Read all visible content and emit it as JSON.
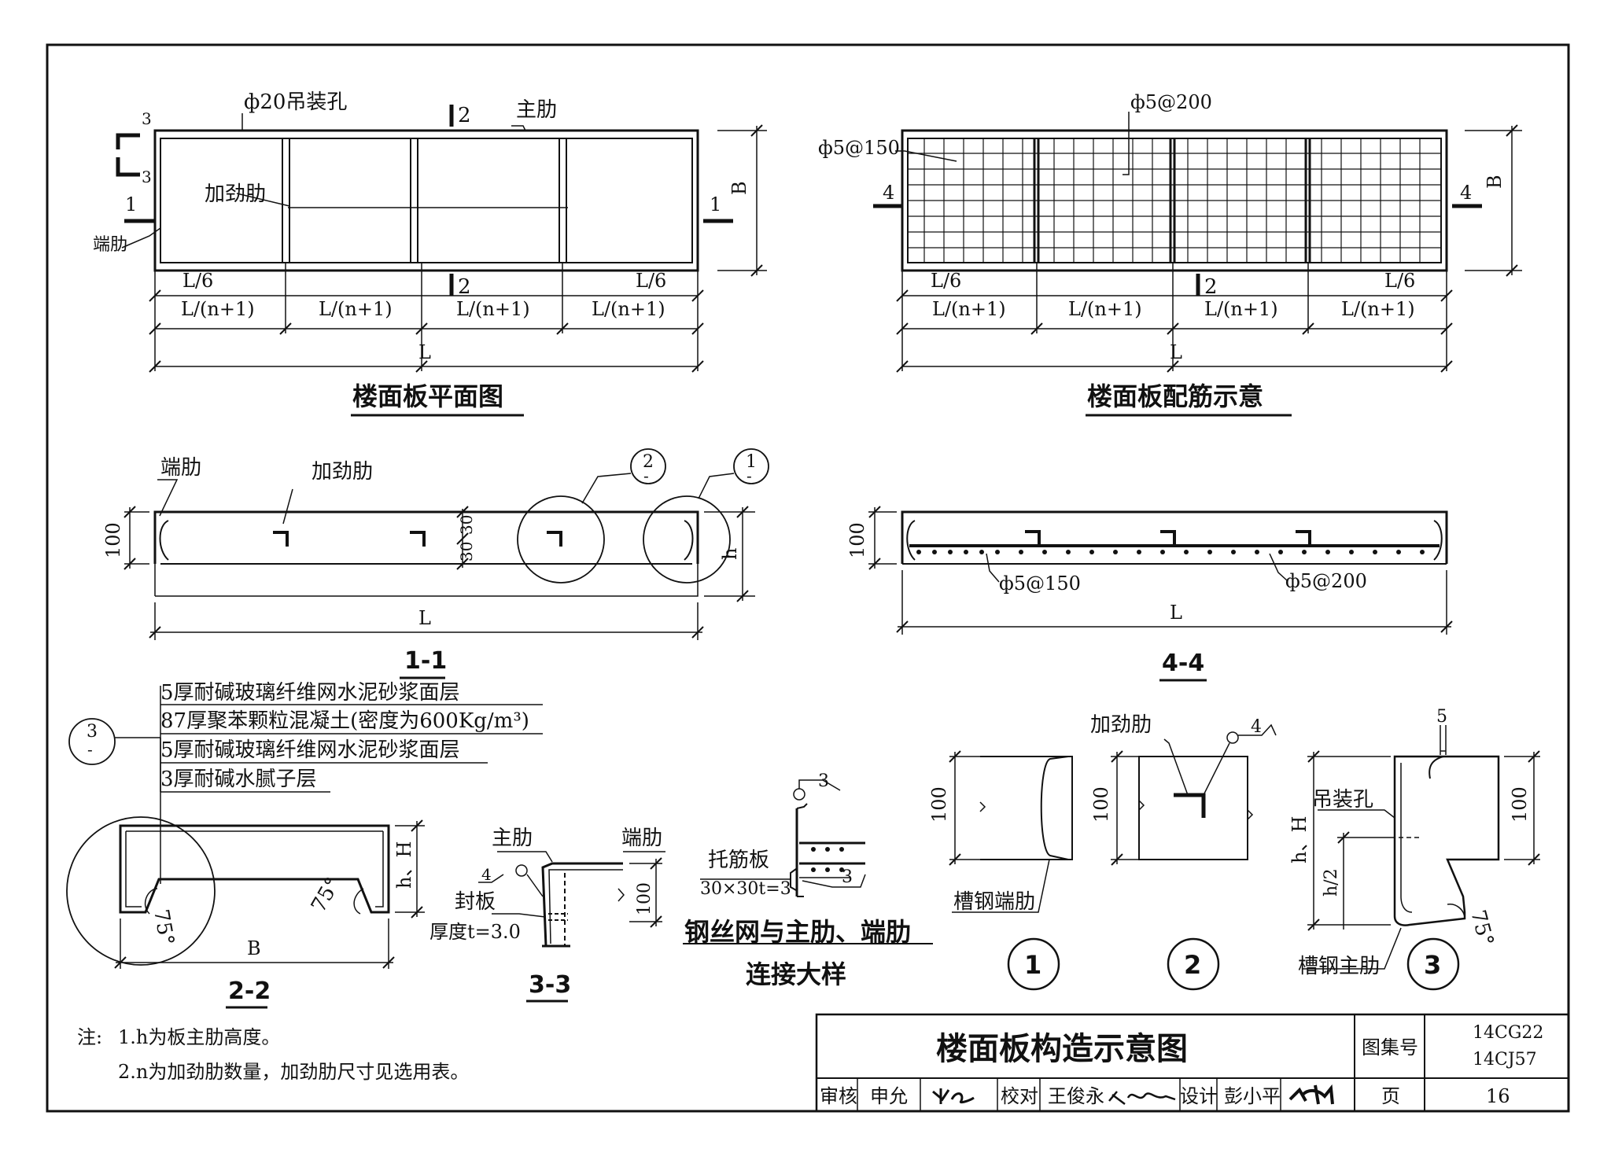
{
  "views": {
    "plan": {
      "title": "楼面板平面图",
      "hole_label": "ф20吊装孔",
      "main_rib_label": "主肋",
      "stiffener_label": "加劲肋",
      "end_rib_label": "端肋",
      "sec1": "1",
      "sec2": "2",
      "sec3": "3",
      "dim_B": "B",
      "dim_L6": "L/6",
      "dim_span": "L/(n+1)",
      "dim_L": "L"
    },
    "rebar": {
      "title": "楼面板配筋示意",
      "mesh_200": "ф5@200",
      "mesh_150": "ф5@150",
      "sec4": "4",
      "sec2": "2",
      "dim_B": "B",
      "dim_L6": "L/6",
      "dim_span": "L/(n+1)",
      "dim_L": "L"
    },
    "section_1_1": {
      "title": "1-1",
      "end_rib_label": "端肋",
      "stiffener_label": "加劲肋",
      "dim_100": "100",
      "dim_30a": "30",
      "dim_30b": "30",
      "dim_h": "h",
      "dim_L": "L",
      "callout_2": "2",
      "callout_1": "1",
      "callout_dash": "-"
    },
    "section_4_4": {
      "title": "4-4",
      "dim_100": "100",
      "mesh_150": "ф5@150",
      "mesh_200": "ф5@200",
      "dim_L": "L"
    },
    "section_2_2": {
      "title": "2-2",
      "layers": [
        "5厚耐碱玻璃纤维网水泥砂浆面层",
        "87厚聚苯颗粒混凝土(密度为600Kg/m³)",
        "5厚耐碱玻璃纤维网水泥砂浆面层",
        "3厚耐碱水腻子层"
      ],
      "callout_3": "3",
      "callout_dash": "-",
      "angle_left": "75°",
      "angle_right": "75°",
      "dim_hH": "h、H",
      "dim_B": "B"
    },
    "section_3_3": {
      "title": "3-3",
      "main_rib_label": "主肋",
      "end_rib_label": "端肋",
      "weld_4": "4",
      "cover_plate_label": "封板",
      "thickness_label": "厚度t=3.0",
      "dim_100": "100"
    },
    "mesh_detail": {
      "title_line1": "钢丝网与主肋、端肋",
      "title_line2": "连接大样",
      "weld_3a": "3",
      "weld_3b": "3",
      "plate_label": "托筋板",
      "plate_size": "30×30t=3"
    },
    "detail_1": {
      "label": "1",
      "dim_100": "100",
      "caption": "槽钢端肋"
    },
    "detail_2": {
      "label": "2",
      "dim_100": "100",
      "stiffener_label": "加劲肋",
      "weld_4": "4"
    },
    "detail_3": {
      "label": "3",
      "dim_5": "5",
      "dim_100": "100",
      "hole_label": "吊装孔",
      "dim_hH": "h、H",
      "dim_h2": "h/2",
      "angle": "75°",
      "caption": "槽钢主肋"
    }
  },
  "notes": {
    "prefix": "注:",
    "line1": "1.h为板主肋高度。",
    "line2": "2.n为加劲肋数量，加劲肋尺寸见选用表。"
  },
  "title_block": {
    "drawing_title": "楼面板构造示意图",
    "atlas_no_label": "图集号",
    "atlas_no_1": "14CG22",
    "atlas_no_2": "14CJ57",
    "review_label": "审核",
    "reviewer": "申允",
    "check_label": "校对",
    "checker": "王俊永",
    "design_label": "设计",
    "designer": "彭小平",
    "page_label": "页",
    "page_no": "16"
  }
}
